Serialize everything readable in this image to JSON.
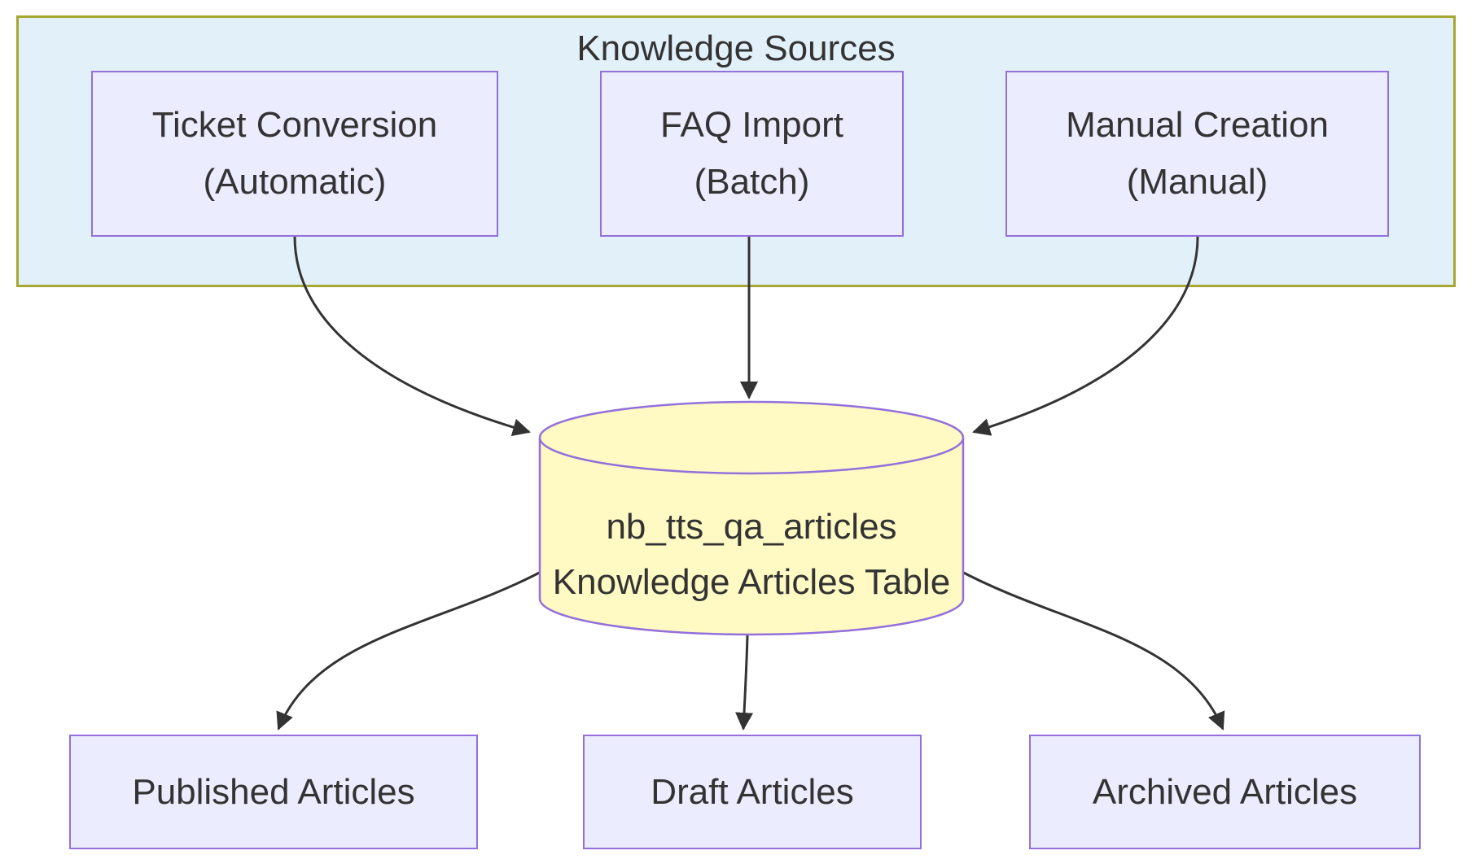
{
  "diagram": {
    "subgraph_title": "Knowledge Sources",
    "nodes": {
      "ticket_conversion": {
        "line1": "Ticket Conversion",
        "line2": "(Automatic)"
      },
      "faq_import": {
        "line1": "FAQ Import",
        "line2": "(Batch)"
      },
      "manual_creation": {
        "line1": "Manual Creation",
        "line2": "(Manual)"
      },
      "knowledge_db": {
        "line1": "nb_tts_qa_articles",
        "line2": "Knowledge Articles Table"
      },
      "published": {
        "label": "Published Articles"
      },
      "draft": {
        "label": "Draft Articles"
      },
      "archived": {
        "label": "Archived Articles"
      }
    },
    "colors": {
      "subgraph_fill": "#e2f0fa",
      "subgraph_border": "#a6a832",
      "node_fill": "#ececff",
      "node_border": "#9370db",
      "db_fill": "#fff9c4",
      "db_border": "#9370db",
      "edge": "#333333",
      "text": "#333333",
      "background": "#ffffff"
    }
  }
}
